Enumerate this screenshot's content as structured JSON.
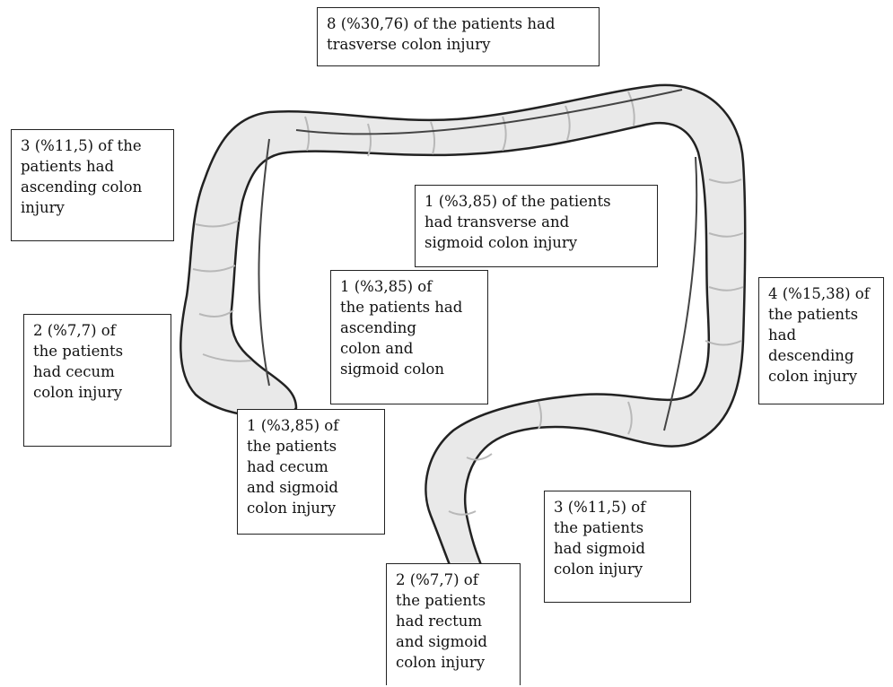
{
  "diagram": {
    "colors": {
      "outline": "#222222",
      "fill": "#e9e9e9",
      "fold": "#b8b8b8",
      "background": "#ffffff"
    },
    "labels": {
      "transverse": {
        "lines": [
          "8 (%30,76) of the patients had",
          "trasverse colon injury"
        ]
      },
      "ascending": {
        "lines": [
          "3 (%11,5) of the",
          "patients had",
          "ascending colon",
          "injury"
        ]
      },
      "transverse_sigmoid": {
        "lines": [
          "1 (%3,85) of the patients",
          "had transverse and",
          "sigmoid colon injury"
        ]
      },
      "ascending_sigmoid": {
        "lines": [
          "1 (%3,85) of",
          "the patients had",
          "ascending",
          "colon and",
          "sigmoid colon"
        ]
      },
      "descending": {
        "lines": [
          "4 (%15,38) of",
          "the patients",
          "had",
          "descending",
          "colon injury"
        ]
      },
      "cecum": {
        "lines": [
          "2 (%7,7) of",
          "the patients",
          "had cecum",
          "colon injury"
        ]
      },
      "cecum_sigmoid": {
        "lines": [
          "1 (%3,85) of",
          "the patients",
          "had cecum",
          "and sigmoid",
          "colon injury"
        ]
      },
      "sigmoid": {
        "lines": [
          "3 (%11,5) of",
          "the patients",
          "had sigmoid",
          "colon injury"
        ]
      },
      "rectum_sigmoid": {
        "lines": [
          "2 (%7,7) of",
          "the patients",
          "had rectum",
          "and sigmoid",
          "colon injury"
        ]
      }
    }
  }
}
